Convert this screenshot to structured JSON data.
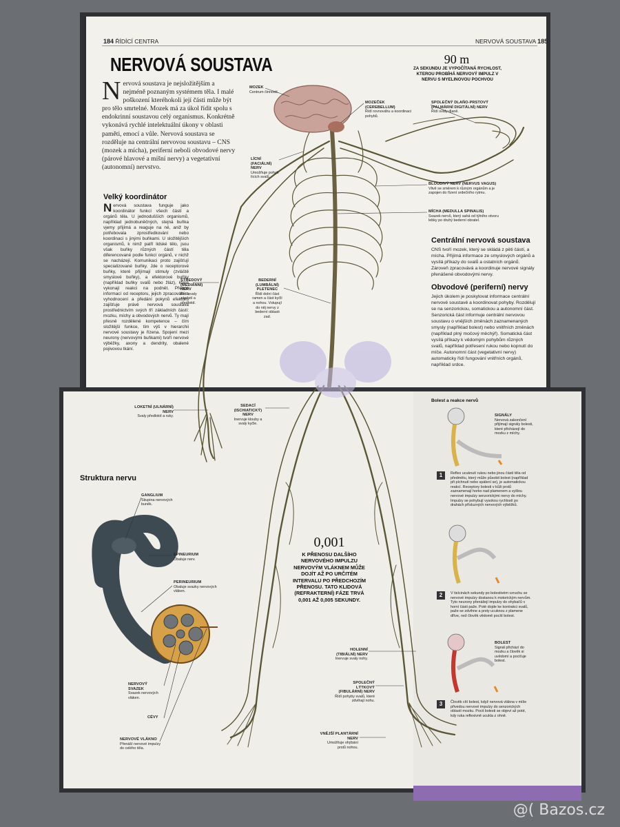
{
  "header": {
    "left_number": "184",
    "left_section": "ŘÍDÍCÍ CENTRA",
    "right_section": "NERVOVÁ SOUSTAVA",
    "right_number": "185"
  },
  "title": "NERVOVÁ SOUSTAVA",
  "intro": {
    "drop": "N",
    "text": "ervová soustava je nejsložitějším a nejméně poznaným systémem těla. I malé poškození kteréhokoli její části může být pro tělo smrtelné. Mozek má za úkol řídit spolu s endokrinní soustavou celý organismus. Konkrétně vykonává rychlé intelektuální úkony v oblasti paměti, emocí a vůle. Nervová soustava se rozděluje na centrální nervovou soustavu – CNS (mozek a mícha), periferní neboli obvodové nervy (párové hlavové a míšní nervy) a vegetativní (autonomní) nervstvo."
  },
  "speed": {
    "value": "90 m",
    "caption": "ZA SEKUNDU JE VYPOČÍTANÁ RYCHLOST, KTEROU PROBÍHÁ NERVOVÝ IMPULZ V NERVU S MYELINOVOU POCHVOU"
  },
  "coordinator": {
    "heading": "Velký koordinátor",
    "drop": "N",
    "text": "ervová soustava funguje jako koordinátor funkcí všech částí a orgánů těla. U jednodušších organismů, například jednobuněčných, stejná buňka vjemy přijímá a reaguje na ně, aniž by potřebovala zprostředkování nebo koordinaci s jinými buňkami. U složitějších organismů, k nimž patří lidské tělo, jsou však buňky různých částí těla diferencované podle funkcí orgánů, v nichž se nacházejí. Komunikaci proto zajišťují specializované buňky. Jde o receptorové buňky, které přijímají stimuly (zvláště smyslové buňky), a efektorové buňky (například buňky svalů nebo žláz), které vykonají reakci na podnět. Přenos informací od receptoru, jejich zpracování a vyhodnocení a předání pokynů efektoru zajišťuje právě nervová soustava prostřednictvím svých tří základních částí: mozku, míchy a obvodových nervů. Ty mají přesně rozdělené kompetence – čím složitější funkce, tím výš v hierarchii nervové soustavy je řízena. Spojení mezi neurony (nervovými buňkami) tvoří nervové výběžky, axony a dendrity, obalené pojivovou tkání."
  },
  "central": {
    "heading": "Centrální nervová soustava",
    "text": "CNS tvoří mozek, který se skládá z pěti částí, a mícha. Přijímá informace ze smyslových orgánů a vysílá příkazy do svalů a ostatních orgánů. Zároveň zpracovává a koordinuje nervové signály přenášené obvodovými nervy."
  },
  "peripheral": {
    "heading": "Obvodové (periferní) nervy",
    "text": "Jejich úkolem je poskytovat informace centrální nervové soustavě a koordinovat pohyby. Rozdělují se na senzorickou, somatickou a autonomní část. Senzorická část informuje centrální nervovou soustavu o vnějších změnách zaznamenaných smysly (například bolest) nebo vnitřních změnách (například plný močový měchýř). Somatická část vysílá příkazy k vědomým pohybům různých svalů, například potřesení rukou nebo kopnutí do míče. Autonomní část (vegetativní nervy) automaticky řídí fungování vnitřních orgánů, například srdce."
  },
  "labels": {
    "mozek": {
      "name": "MOZEK",
      "desc": "Centrum činností."
    },
    "mozecek": {
      "name": "MOZEČEK (CEREBELLUM)",
      "desc": "Řídí rovnováhu a koordinaci pohybů."
    },
    "palmar": {
      "name": "SPOLEČNÝ DLAŇO-PRSTOVÝ (PALMÁRNÍ DIGITÁLNÍ) NERV",
      "desc": "Řídí svaly dlaně."
    },
    "licni": {
      "name": "LÍCNÍ (FACIÁLNÍ) NERV",
      "desc": "Umožňuje pohyb lících svalů."
    },
    "vagus": {
      "name": "BLOUDIVÝ NERV (NERVUS VAGUS)",
      "desc": "Vlivě se směrem k různým orgánům a je zapojen do řízení srdečního rytmu."
    },
    "micha": {
      "name": "MÍCHA (MEDULLA SPINALIS)",
      "desc": "Svazek nervů, který sahá od týlního otvoru lebky po druhý bederní obratel."
    },
    "stredovy": {
      "name": "STŘEDOVÝ (MEDIÁNNÍ) NERV",
      "desc": "Řídí svaly zápěstí a předloktí."
    },
    "bederni": {
      "name": "BEDERNÍ (LUMBÁLNÍ) PLETENEC",
      "desc": "Řídí dolní část ramen a část kyčlí a nohou. Vstupují do něj nervy z bederní oblasti zad."
    },
    "loketni": {
      "name": "LOKETNÍ (ULNÁRNÍ) NERV",
      "desc": "Svaly předloktí a ruky."
    },
    "sedaci": {
      "name": "SEDACÍ (ISCHIATICKÝ) NERV",
      "desc": "Inervuje klouby a svaly kyčle."
    },
    "holenni": {
      "name": "HOLENNÍ (TIBIÁLNÍ) NERV",
      "desc": "Inervuje svaly nohy."
    },
    "lytkovy": {
      "name": "SPOLEČNÝ LÝTKOVÝ (FIBULÁRNÍ) NERV",
      "desc": "Řídí pohyby svalů, které zdvihají nohu."
    },
    "plantarni": {
      "name": "VNĚJŠÍ PLANTÁRNÍ NERV",
      "desc": "Umožňuje ohýbání prstů nohou."
    }
  },
  "refract": {
    "value": "0,001",
    "caption": "K PŘENOSU DALŠÍHO NERVOVÉHO IMPULZU NERVOVÝM VLÁKNEM MŮŽE DOJÍT AŽ PO URČITÉM INTERVALU PO PŘEDCHOZÍM PŘENOSU. TATO KLIDOVÁ (REFRAKTERNÍ) FÁZE TRVÁ 0,001 AŽ 0,005 SEKUNDY."
  },
  "structure": {
    "heading": "Struktura nervu",
    "ganglium": {
      "name": "GANGLIUM",
      "desc": "Skupina nervových buněk."
    },
    "epineurium": {
      "name": "EPINEURIUM",
      "desc": "Obaluje nerv."
    },
    "perineurium": {
      "name": "PERINEURIUM",
      "desc": "Obaluje svazky nervových vláken."
    },
    "svazek": {
      "name": "NERVOVÝ SVAZEK",
      "desc": "Svazek nervových vláken."
    },
    "cevy": {
      "name": "CÉVY",
      "desc": ""
    },
    "vlakno": {
      "name": "NERVOVÉ VLÁKNO",
      "desc": "Přenáší nervové impulzy do celého těla."
    }
  },
  "pain": {
    "heading": "Bolest a reakce nervů",
    "signaly": {
      "name": "SIGNÁLY",
      "desc": "Nervová zakončení přijímají signály bolesti, které přicházejí do mozku z míchy."
    },
    "bolest": {
      "name": "BOLEST",
      "desc": "Signál přichází do mozku a člověk si uvědomí a pociťuje bolest."
    },
    "steps": [
      {
        "num": "1",
        "text": "Reflex ucuknutí rukou nebo jinou částí těla od předmětu, který může působit bolest (například při píchnutí nebo spálení se), je automatickou reakcí. Receptory bolesti v kůži prstů zaznamenají horko nad plamenem a vyšlou nervové impulzy senzorickými nervy do míchy. Impulzy se pohybují vysokou rychlostí po drahách přísluzných nervových výběžků."
      },
      {
        "num": "2",
        "text": "V tisícinách sekundy po bolestivém vzruchu se nervové impulzy dostanou k motorickým nervům. Tyto neurony přenášejí impulzy do ohybačů v horní části paže. Poté dojde ke kontrakci svalů, paže se zdvihne a prsty ucuknou z plamene dříve, než člověk vědomě pocítí bolest."
      },
      {
        "num": "3",
        "text": "Člověk cítí bolest, když nervová vlákna v míše přivedou nervové impulzy do senzorických oblastí mozku. Pocit bolesti se objeví až poté, kdy ruka reflexivně ucukla z ohně."
      }
    ]
  },
  "watermark": "@( Bazos.cz",
  "colors": {
    "page": "#f2f1ec",
    "nerve": "#5b5636",
    "brain": "#c9a39a",
    "pelvis": "#b9aee0",
    "accent": "#8d6cb2"
  }
}
